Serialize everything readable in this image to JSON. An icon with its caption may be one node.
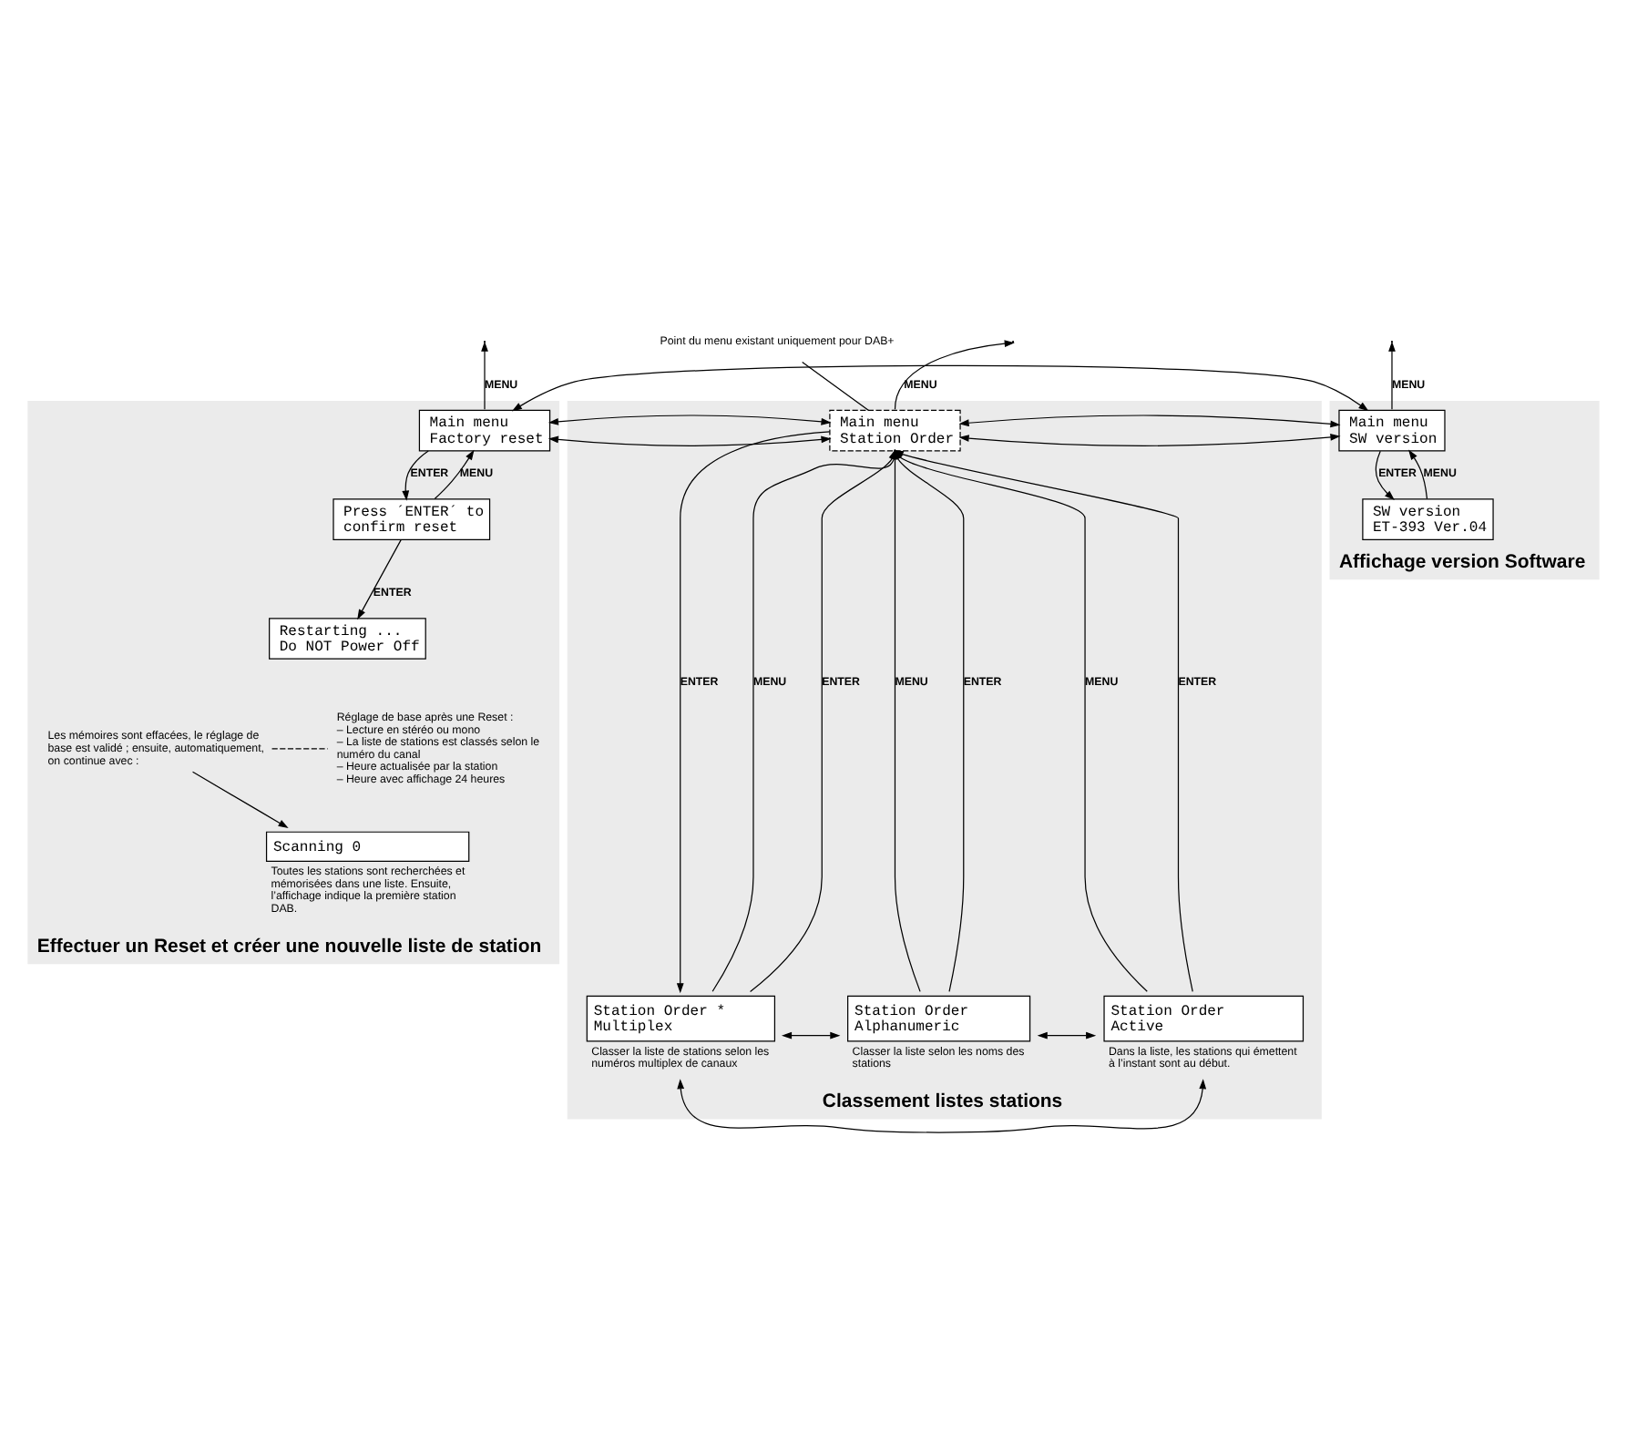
{
  "diagram": {
    "nodes": [
      {
        "text": [
          "Classement listes stations"
        ]
      },
      {
        "text": [
          "Effectuer un Reset et créer une nouvelle liste de station"
        ]
      },
      {
        "text": [
          "Affichage version Software"
        ]
      },
      {
        "text": [
          "Main menu",
          "Station Order"
        ],
        "in": 0
      },
      {
        "text": [
          "Main menu",
          "Factory reset"
        ],
        "in": 1
      },
      {
        "text": [
          "Press ´ENTER´ to confirm reset"
        ],
        "in": 1
      },
      {
        "text": [
          "Restarting ...",
          "Do NOT Power Off"
        ],
        "in": 1
      },
      {
        "text": [
          "Les mémoires sont effacées, le réglage de base est validé ; ensuite, automatiquement, on continue avec :"
        ],
        "in": 1
      },
      {
        "text": [
          "Scanning 0"
        ],
        "in": 1,
        "beside": [
          "Toutes les stations sont recherchées et mémorisées dans une liste. Ensuite, l’affichage indique la première station DAB."
        ]
      },
      {
        "text": [
          "Réglage de base après une Reset :",
          "– Lecture en stéréo ou mono",
          "– La liste de stations est classés selon le numéro du canal",
          "– Heure actualisée par la station",
          "– Heure avec affichage 24 heures"
        ],
        "in": 1
      },
      {
        "text": [
          "Main menu",
          "SW version"
        ],
        "in": 2
      },
      {
        "text": [
          "SW version",
          "ET-393 Ver.04"
        ],
        "in": 2
      },
      {
        "text": [
          "Station Order *",
          "Multiplex"
        ],
        "in": 0,
        "beside": [
          "Classer la liste de stations selon les numéros multiplex de canaux"
        ]
      },
      {
        "text": [
          "Station Order",
          "Alphanumeric"
        ],
        "in": 0,
        "beside": [
          "Classer la liste selon les noms des stations"
        ]
      },
      {
        "text": [
          "Station Order",
          "Active"
        ],
        "in": 0,
        "beside": [
          "Dans la liste, les stations qui émettent à l’instant sont au début."
        ]
      },
      {
        "text": [
          "Point du menu existant uniquement pour DAB+"
        ]
      }
    ],
    "edges": [
      {
        "from": 15,
        "to": 3,
        "arrow": "none"
      },
      {
        "from": 3,
        "to": null,
        "arrow": "to",
        "label": "MENU"
      },
      {
        "from": 4,
        "to": null,
        "arrow": "to",
        "label": "MENU"
      },
      {
        "from": 10,
        "to": null,
        "arrow": "to",
        "label": "MENU"
      },
      {
        "from": 3,
        "to": 4,
        "arrow": "both"
      },
      {
        "from": 4,
        "to": 10,
        "arrow": "both"
      },
      {
        "from": 3,
        "to": 10,
        "arrow": "both"
      },
      {
        "from": 3,
        "to": 12,
        "arrow": "to",
        "label": "ENTER"
      },
      {
        "from": 12,
        "to": 3,
        "arrow": "to",
        "label": "MENU"
      },
      {
        "from": 4,
        "to": 5,
        "arrow": "to",
        "label": "ENTER"
      },
      {
        "from": 5,
        "to": 4,
        "arrow": "to",
        "label": "MENU"
      },
      {
        "from": 10,
        "to": 11,
        "arrow": "to",
        "label": "ENTER"
      },
      {
        "from": 11,
        "to": 10,
        "arrow": "to",
        "label": "MENU"
      },
      {
        "from": 5,
        "to": 6,
        "arrow": "to",
        "label": "ENTER"
      },
      {
        "from": 7,
        "to": 8,
        "arrow": "to"
      },
      {
        "from": 7,
        "to": 9,
        "arrow": "none",
        "style": "dashed"
      },
      {
        "from": 12,
        "to": 3,
        "arrow": "to",
        "label": "ENTER"
      },
      {
        "from": 13,
        "to": 3,
        "arrow": "to",
        "label": "MENU"
      },
      {
        "from": 13,
        "to": 3,
        "arrow": "to",
        "label": "ENTER"
      },
      {
        "from": 14,
        "to": 3,
        "arrow": "to",
        "label": "MENU"
      },
      {
        "from": 14,
        "to": 3,
        "arrow": "to",
        "label": "ENTER"
      },
      {
        "from": 12,
        "to": 13,
        "arrow": "both"
      },
      {
        "from": 13,
        "to": 14,
        "arrow": "both"
      },
      {
        "from": 14,
        "to": 12,
        "arrow": "both"
      }
    ]
  }
}
